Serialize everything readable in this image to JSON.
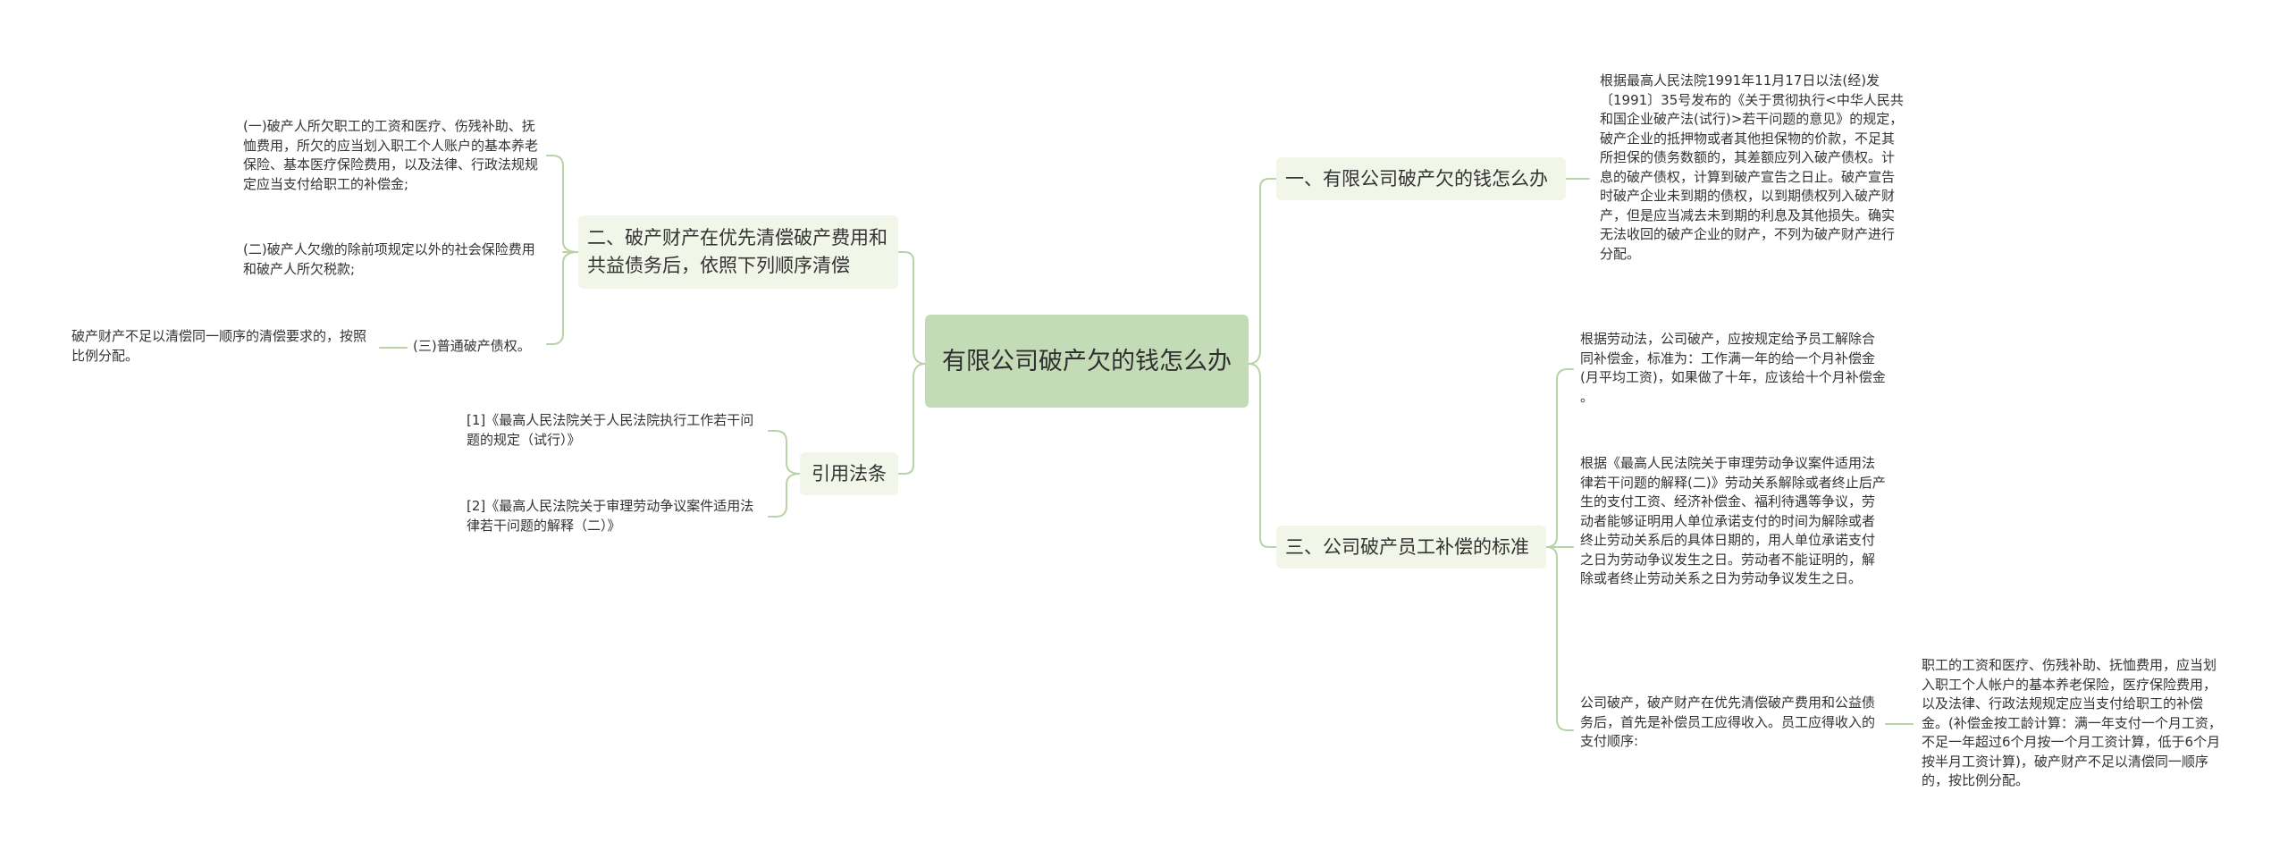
{
  "root": {
    "title": "有限公司破产欠的钱怎么办"
  },
  "branches": {
    "b1": {
      "label": "一、有限公司破产欠的钱怎么办",
      "detail": "根据最高人民法院1991年11月17日以法(经)发〔1991〕35号发布的《关于贯彻执行<中华人民共和国企业破产法(试行)>若干问题的意见》的规定，破产企业的抵押物或者其他担保物的价款，不足其所担保的债务数额的，其差额应列入破产债权。计息的破产债权，计算到破产宣告之日止。破产宣告时破产企业未到期的债权，以到期债权列入破产财产，但是应当减去未到期的利息及其他损失。确实无法收回的破产企业的财产，不列为破产财产进行分配。"
    },
    "b2": {
      "label": "二、破产财产在优先清偿破产费用和共益债务后，依照下列顺序清偿",
      "items": [
        "(一)破产人所欠职工的工资和医疗、伤残补助、抚恤费用，所欠的应当划入职工个人账户的基本养老保险、基本医疗保险费用，以及法律、行政法规规定应当支付给职工的补偿金;",
        "(二)破产人欠缴的除前项规定以外的社会保险费用和破产人所欠税款;",
        "(三)普通破产债权。"
      ],
      "sub_note": "破产财产不足以清偿同一顺序的清偿要求的，按照比例分配。"
    },
    "b3": {
      "label": "三、公司破产员工补偿的标准",
      "items": [
        "根据劳动法，公司破产，应按规定给予员工解除合同补偿金，标准为：工作满一年的给一个月补偿金(月平均工资)，如果做了十年，应该给十个月补偿金 。",
        "根据《最高人民法院关于审理劳动争议案件适用法律若干问题的解释(二)》劳动关系解除或者终止后产生的支付工资、经济补偿金、福利待遇等争议，劳动者能够证明用人单位承诺支付的时间为解除或者终止劳动关系后的具体日期的，用人单位承诺支付之日为劳动争议发生之日。劳动者不能证明的，解除或者终止劳动关系之日为劳动争议发生之日。",
        "公司破产，破产财产在优先清偿破产费用和公益债务后，首先是补偿员工应得收入。员工应得收入的支付顺序:"
      ],
      "sub_note": "职工的工资和医疗、伤残补助、抚恤费用，应当划入职工个人帐户的基本养老保险，医疗保险费用，以及法律、行政法规规定应当支付给职工的补偿金。(补偿金按工龄计算：满一年支付一个月工资，不足一年超过6个月按一个月工资计算，低于6个月按半月工资计算)，破产财产不足以清偿同一顺序的，按比例分配。"
    },
    "b4": {
      "label": "引用法条",
      "items": [
        "[1]《最高人民法院关于人民法院执行工作若干问题的规定（试行）》",
        "[2]《最高人民法院关于审理劳动争议案件适用法律若干问题的解释（二）》"
      ]
    }
  },
  "colors": {
    "root_fill": "#c3dbb6",
    "branch_fill": "#f1f6e9",
    "connector": "#b9d3a6",
    "text": "#333333"
  }
}
